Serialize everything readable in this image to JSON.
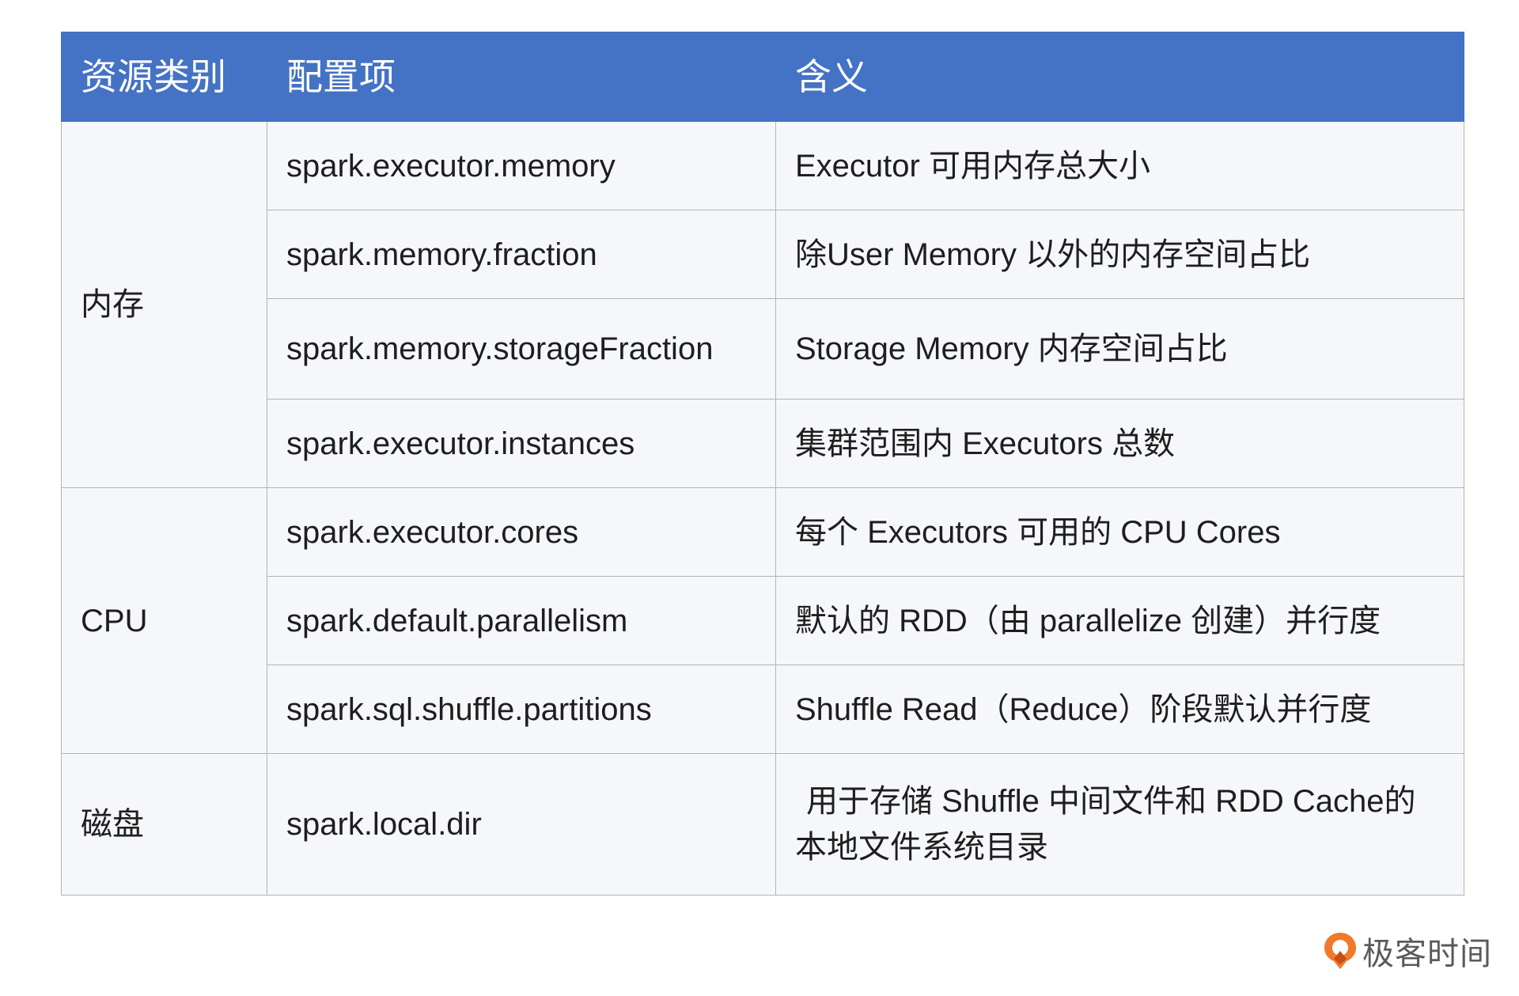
{
  "table": {
    "headers": [
      "资源类别",
      "配置项",
      "含义"
    ],
    "groups": [
      {
        "category": "内存",
        "rows": [
          {
            "config": "spark.executor.memory",
            "meaning": "Executor 可用内存总大小"
          },
          {
            "config": "spark.memory.fraction",
            "meaning": "除User Memory 以外的内存空间占比"
          },
          {
            "config": "spark.memory.storageFraction",
            "meaning": "Storage Memory 内存空间占比"
          },
          {
            "config": "spark.executor.instances",
            "meaning": "集群范围内 Executors 总数"
          }
        ]
      },
      {
        "category": "CPU",
        "rows": [
          {
            "config": "spark.executor.cores",
            "meaning": "每个 Executors 可用的 CPU Cores"
          },
          {
            "config": "spark.default.parallelism",
            "meaning": "默认的 RDD（由 parallelize  创建）并行度"
          },
          {
            "config": "spark.sql.shuffle.partitions",
            "meaning": "Shuffle Read（Reduce）阶段默认并行度"
          }
        ]
      },
      {
        "category": "磁盘",
        "rows": [
          {
            "config": "spark.local.dir",
            "meaning_line1": "用于存储 Shuffle 中间文件和 RDD Cache的",
            "meaning_line2": "本地文件系统目录"
          }
        ]
      }
    ]
  },
  "logo": {
    "icon": "geekbang-logo-icon",
    "text": "极客时间",
    "colors": {
      "orange": "#f07a2a",
      "gray": "#5a5a5a"
    }
  },
  "colors": {
    "header_bg": "#4472c4",
    "header_text": "#ffffff",
    "body_bg": "#f5f7fb",
    "border": "#b3b3b3",
    "text": "#1e1e1e"
  }
}
